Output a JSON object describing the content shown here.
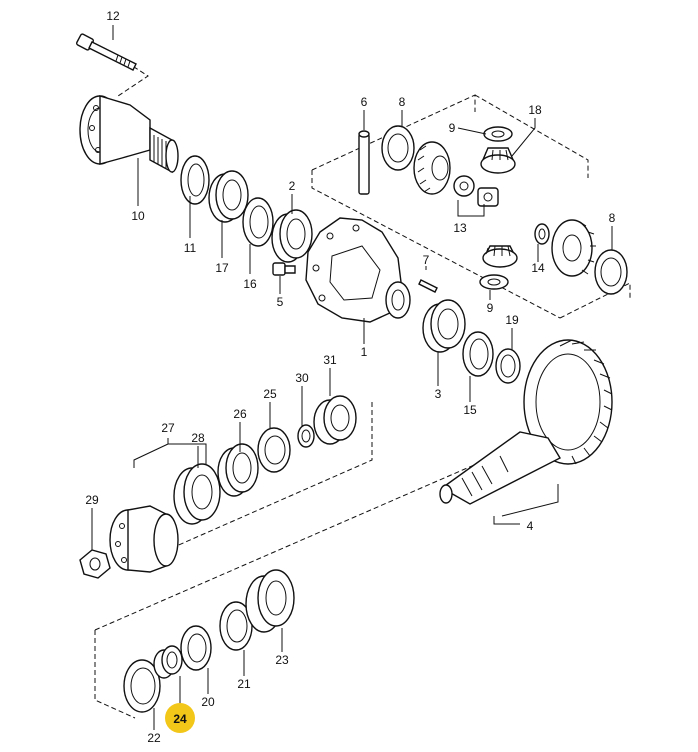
{
  "callouts": [
    "1",
    "2",
    "3",
    "4",
    "5",
    "6",
    "7",
    "8",
    "8",
    "9",
    "9",
    "10",
    "11",
    "12",
    "13",
    "14",
    "15",
    "16",
    "17",
    "18",
    "19",
    "20",
    "21",
    "22",
    "23",
    "24",
    "25",
    "26",
    "27",
    "28",
    "29",
    "30",
    "31"
  ],
  "highlight": {
    "label": "24",
    "color": "#f3c61a"
  }
}
